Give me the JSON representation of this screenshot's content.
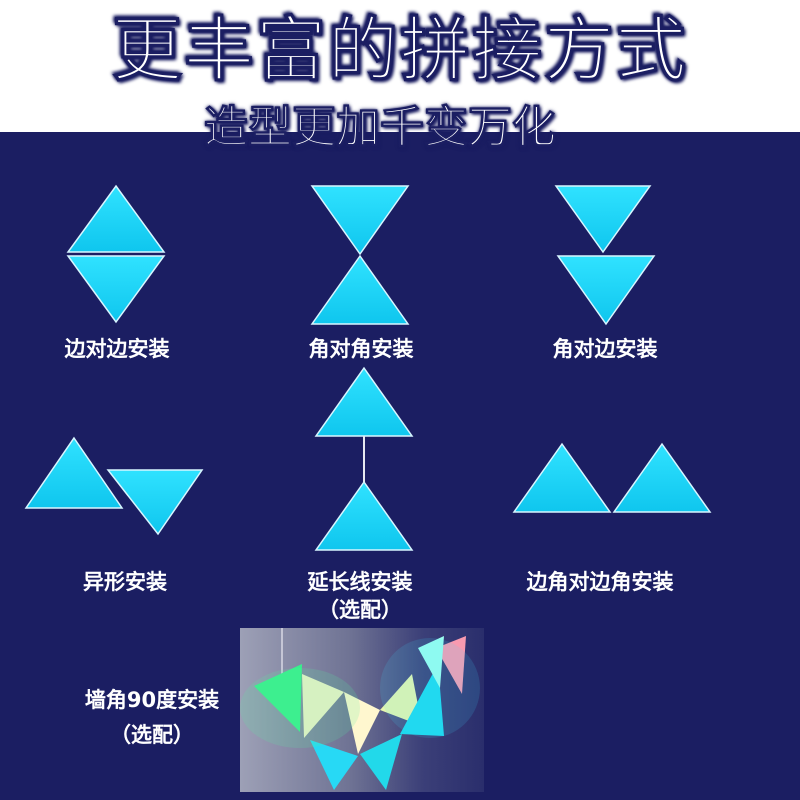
{
  "header": {
    "title": "更丰富的拼接方式",
    "subtitle": "造型更加千变万化"
  },
  "colors": {
    "background": "#1b1e62",
    "panel": "#14d2f4",
    "panel_light": "#34e4ff",
    "connector": "#e6e8f0"
  },
  "methods": [
    {
      "label": "边对边安装"
    },
    {
      "label": "角对角安装"
    },
    {
      "label": "角对边安装"
    },
    {
      "label": "异形安装"
    },
    {
      "label": "延长线安装",
      "note": "（选配）"
    },
    {
      "label": "边角对边角安装"
    },
    {
      "label": "墙角90度安装",
      "note": "（选配）"
    }
  ]
}
